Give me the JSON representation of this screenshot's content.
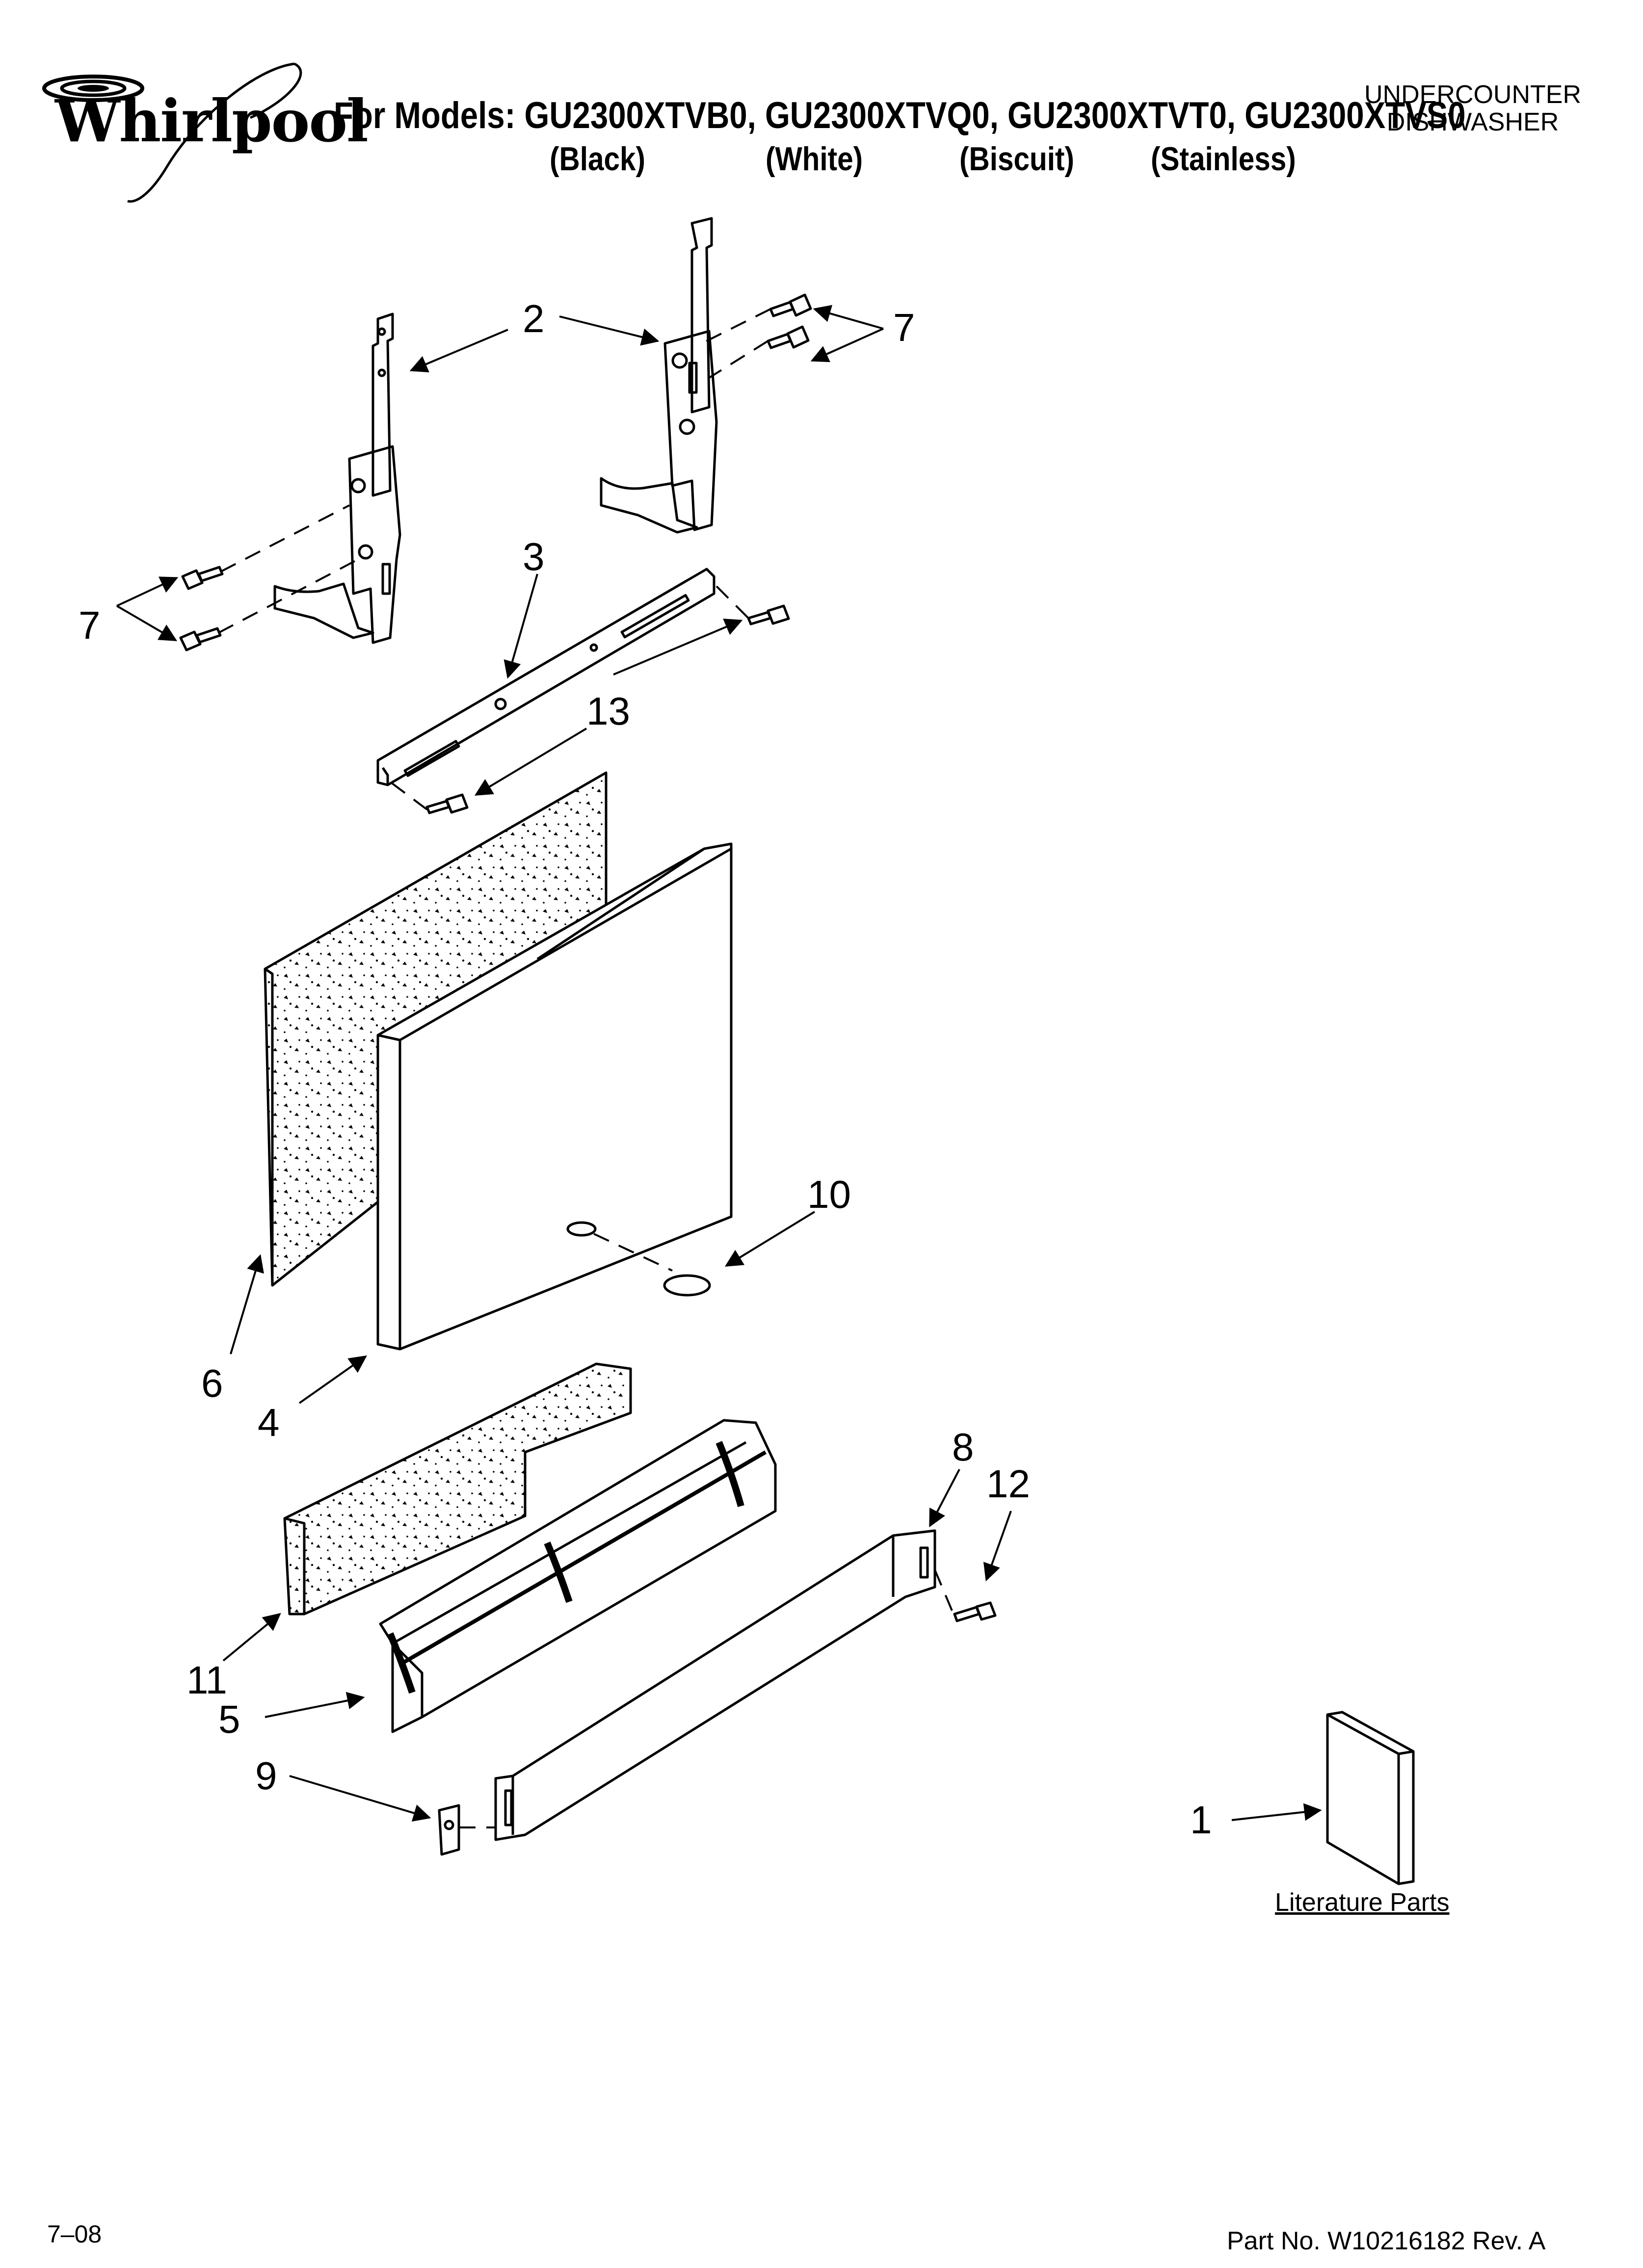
{
  "header": {
    "brand": "Whirlpool",
    "models_line": "For Models: GU2300XTVB0, GU2300XTVQ0, GU2300XTVT0, GU2300XTVS0",
    "colors": [
      "(Black)",
      "(White)",
      "(Biscuit)",
      "(Stainless)"
    ],
    "product_type": [
      "UNDERCOUNTER",
      "DISHWASHER"
    ]
  },
  "callouts": {
    "c2": "2",
    "c7a": "7",
    "c7b": "7",
    "c3": "3",
    "c13": "13",
    "c10": "10",
    "c6": "6",
    "c4": "4",
    "c8": "8",
    "c12": "12",
    "c11": "11",
    "c5": "5",
    "c9": "9",
    "c1": "1"
  },
  "literature_label": "Literature Parts",
  "footer": {
    "date": "7–08",
    "part_no": "Part No. W10216182 Rev. A"
  }
}
